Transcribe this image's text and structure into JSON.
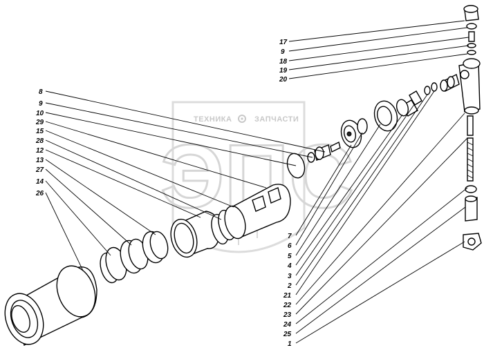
{
  "watermark": {
    "line_left": "ТЕХНИКА",
    "line_right": "ЗАПЧАСТИ",
    "logo": "ЭПС",
    "color": "#c8c8c8"
  },
  "labels": {
    "top_right": [
      "17",
      "9",
      "18",
      "19",
      "20"
    ],
    "left": [
      "8",
      "9",
      "10",
      "29",
      "15",
      "28",
      "12",
      "13",
      "27",
      "14",
      "26"
    ],
    "bottom_right": [
      "7",
      "6",
      "5",
      "4",
      "3",
      "2",
      "21",
      "22",
      "23",
      "24",
      "25",
      "1"
    ]
  }
}
